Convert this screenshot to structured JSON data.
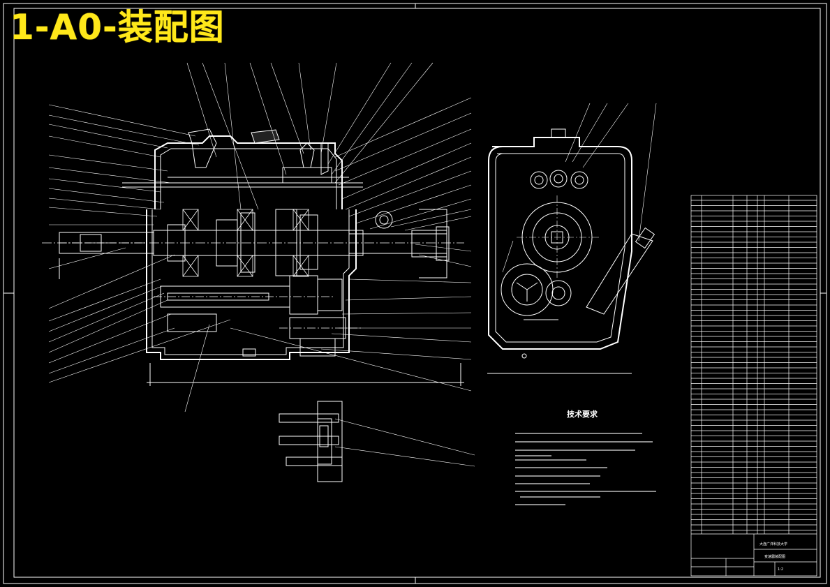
{
  "header": {
    "title": "1-A0-装配图",
    "title_color": "#ffe81a"
  },
  "drawing": {
    "background": "#000000",
    "line_color": "#ffffff",
    "tech_requirements_title": "技术要求",
    "title_block": {
      "org": "大连广洋科技大学",
      "doc": "变速器装配图",
      "scale": "1:2"
    }
  }
}
